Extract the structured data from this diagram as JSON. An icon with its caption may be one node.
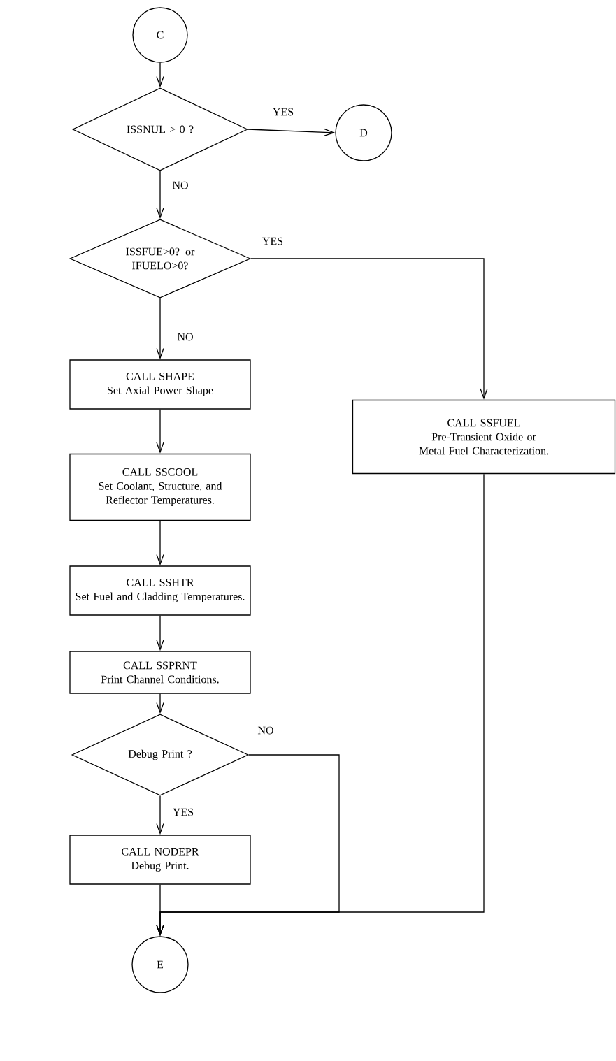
{
  "diagram": {
    "nodes": [
      {
        "text": [
          "C"
        ]
      },
      {
        "text": [
          "ISSNUL > 0 ?"
        ]
      },
      {
        "text": [
          "D"
        ]
      },
      {
        "text": [
          "ISSFUE>0? or IFUELO>0?"
        ]
      },
      {
        "text": [
          "CALL SHAPE",
          "Set Axial Power Shape"
        ]
      },
      {
        "text": [
          "CALL SSFUEL",
          "Pre-Transient Oxide or Metal Fuel Characterization."
        ]
      },
      {
        "text": [
          "CALL SSCOOL",
          "Set Coolant, Structure, and Reflector Temperatures."
        ]
      },
      {
        "text": [
          "CALL SSHTR",
          "Set Fuel and Cladding Temperatures."
        ]
      },
      {
        "text": [
          "CALL SSPRNT",
          "Print Channel Conditions."
        ]
      },
      {
        "text": [
          "Debug Print ?"
        ]
      },
      {
        "text": [
          "CALL NODEPR",
          "Debug Print."
        ]
      },
      {
        "text": [
          "E"
        ]
      }
    ],
    "edges": [
      {
        "from": 0,
        "to": 1,
        "arrow": "to"
      },
      {
        "from": 1,
        "to": 2,
        "arrow": "to",
        "label": "YES"
      },
      {
        "from": 1,
        "to": 3,
        "arrow": "to",
        "label": "NO"
      },
      {
        "from": 3,
        "to": 5,
        "arrow": "to",
        "label": "YES"
      },
      {
        "from": 3,
        "to": 4,
        "arrow": "to",
        "label": "NO"
      },
      {
        "from": 4,
        "to": 6,
        "arrow": "to"
      },
      {
        "from": 6,
        "to": 7,
        "arrow": "to"
      },
      {
        "from": 7,
        "to": 8,
        "arrow": "to"
      },
      {
        "from": 8,
        "to": 9,
        "arrow": "to"
      },
      {
        "from": 9,
        "to": 10,
        "arrow": "to",
        "label": "YES"
      },
      {
        "from": 9,
        "to": 11,
        "arrow": "to",
        "label": "NO"
      },
      {
        "from": 10,
        "to": 11,
        "arrow": "to"
      },
      {
        "from": 5,
        "to": 11,
        "arrow": "to"
      }
    ]
  }
}
